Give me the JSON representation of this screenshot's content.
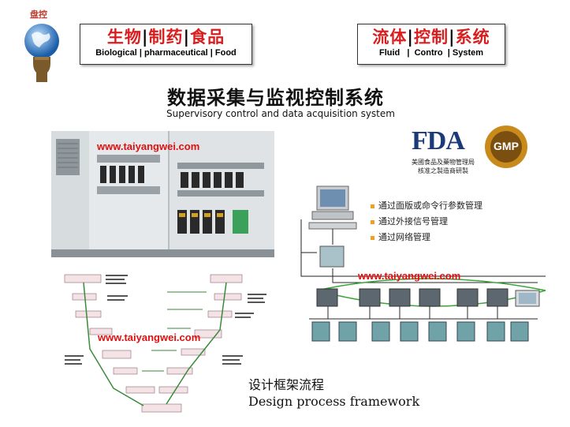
{
  "logo": {
    "text": "盘控"
  },
  "header_left": {
    "cn_parts": [
      "生物",
      "制药",
      "食品"
    ],
    "en": "Biological | pharmaceutical | Food"
  },
  "header_right": {
    "cn_parts": [
      "流体",
      "控制",
      "系统"
    ],
    "en": "Fluid   |  Contro  | System"
  },
  "title": {
    "cn": "数据采集与监视控制系统",
    "en": "Supervisory control and data acquisition system"
  },
  "watermark": "www.taiyangwei.com",
  "fda": {
    "logo": "FDA",
    "line1": "美國食品及藥物管理局",
    "line2": "核准之製造商研製"
  },
  "gmp": {
    "logo": "GMP"
  },
  "network": {
    "bullets": [
      "通过面版或命令行参数管理",
      "通过外接信号管理",
      "通过网络管理"
    ]
  },
  "caption": {
    "cn": "设计框架流程",
    "en": "Design process framework"
  },
  "colors": {
    "brand_red": "#d81e1e",
    "watermark_red": "#e01010",
    "bullet_orange": "#f0a020"
  }
}
